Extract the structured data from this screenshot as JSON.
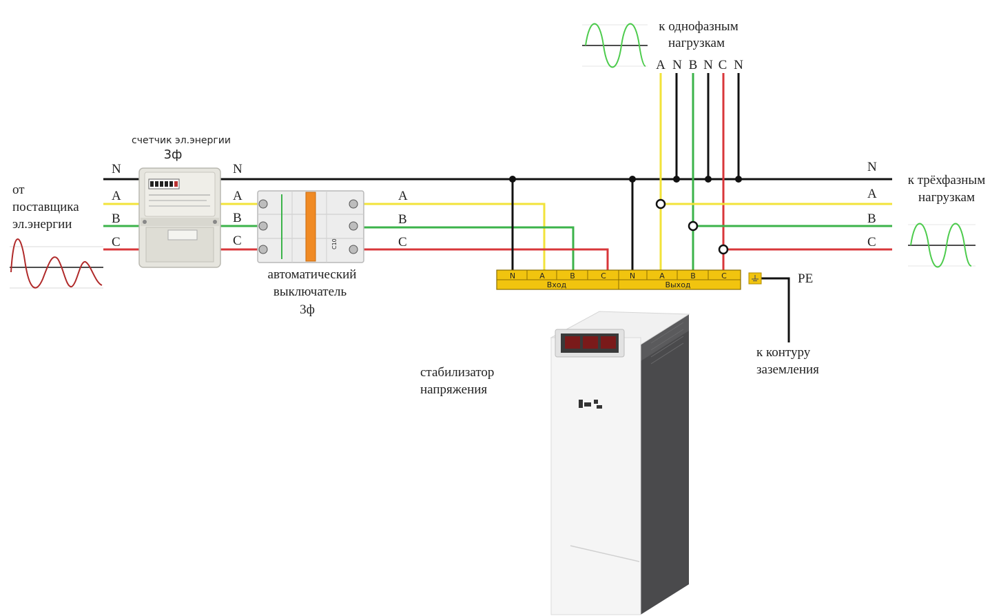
{
  "supplier": {
    "line1": "от",
    "line2": "поставщика",
    "line3": "эл.энергии"
  },
  "meter": {
    "title": "счетчик эл.энергии",
    "subtitle": "3ф"
  },
  "breaker": {
    "line1": "автоматический",
    "line2": "выключатель",
    "line3": "3ф",
    "marking": "C10"
  },
  "single_phase": {
    "line1": "к однофазным",
    "line2": "нагрузкам",
    "taps": [
      "A",
      "N",
      "B",
      "N",
      "C",
      "N"
    ]
  },
  "three_phase": {
    "line1": "к трёхфазным",
    "line2": "нагрузкам"
  },
  "ground": {
    "pe": "PE",
    "line1": "к контуру",
    "line2": "заземления"
  },
  "stabilizer": {
    "line1": "стабилизатор",
    "line2": "напряжения"
  },
  "phases": {
    "n": "N",
    "a": "A",
    "b": "B",
    "c": "C"
  },
  "terminal": {
    "input_cells": [
      "N",
      "A",
      "B",
      "C"
    ],
    "output_cells": [
      "N",
      "A",
      "B",
      "C"
    ],
    "input_label": "Вход",
    "output_label": "Выход"
  },
  "colors": {
    "n": "#111111",
    "a": "#f2e33a",
    "b": "#3bb34a",
    "c": "#d8363a",
    "terminal": "#f1c40f"
  }
}
